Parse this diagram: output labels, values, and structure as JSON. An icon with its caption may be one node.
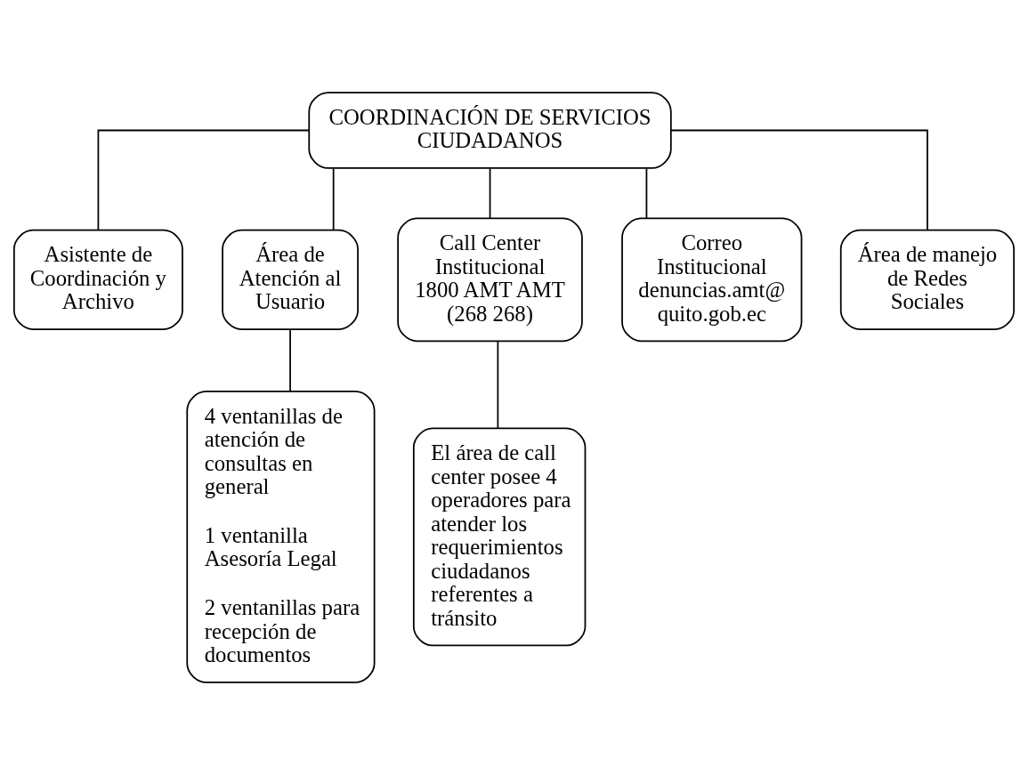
{
  "diagram": {
    "nodes": [
      {
        "text": [
          "COORDINACIÓN DE SERVICIOS CIUDADANOS"
        ]
      },
      {
        "text": [
          "Asistente de Coordinación y Archivo"
        ]
      },
      {
        "text": [
          "Área de Atención al Usuario"
        ]
      },
      {
        "text": [
          "Call Center Institucional 1800 AMT AMT (268 268)"
        ]
      },
      {
        "text": [
          "Correo Institucional denuncias.amt@ quito.gob.ec"
        ]
      },
      {
        "text": [
          "Área de manejo de Redes Sociales"
        ]
      },
      {
        "text": [
          "4 ventanillas de atención de consultas en general",
          "1 ventanilla Asesoría Legal",
          "2 ventanillas para recepción de documentos"
        ]
      },
      {
        "text": [
          "El área de call center posee 4 operadores para atender los requerimientos ciudadanos referentes a tránsito"
        ]
      }
    ],
    "edges": [
      {
        "from": 0,
        "to": 1,
        "arrow": "none"
      },
      {
        "from": 0,
        "to": 2,
        "arrow": "none"
      },
      {
        "from": 0,
        "to": 3,
        "arrow": "none"
      },
      {
        "from": 0,
        "to": 4,
        "arrow": "none"
      },
      {
        "from": 0,
        "to": 5,
        "arrow": "none"
      },
      {
        "from": 2,
        "to": 6,
        "arrow": "none"
      },
      {
        "from": 3,
        "to": 7,
        "arrow": "none"
      }
    ]
  }
}
